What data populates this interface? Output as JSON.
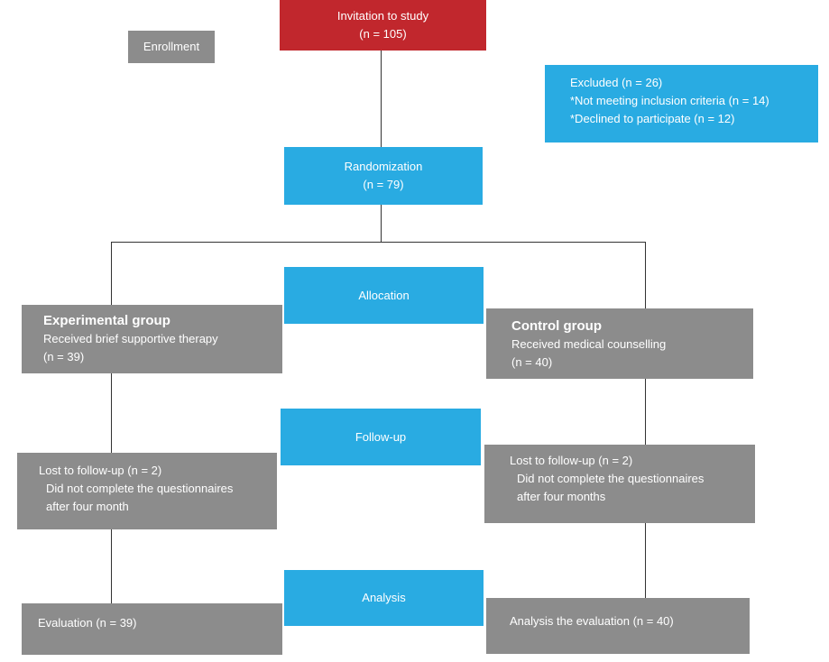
{
  "enrollment": {
    "label": "Enrollment"
  },
  "invitation": {
    "title": "Invitation to study",
    "count": "(n = 105)"
  },
  "excluded": {
    "title": "Excluded (n = 26)",
    "reason1": "*Not meeting inclusion criteria (n = 14)",
    "reason2": "*Declined to participate (n = 12)"
  },
  "randomization": {
    "title": "Randomization",
    "count": "(n = 79)"
  },
  "allocation": {
    "label": "Allocation"
  },
  "experimental": {
    "title": "Experimental group",
    "desc": "Received brief supportive therapy",
    "count": "(n = 39)"
  },
  "control": {
    "title": "Control group",
    "desc": "Received medical counselling",
    "count": "(n = 40)"
  },
  "followup": {
    "label": "Follow-up"
  },
  "lost_left": {
    "title": "Lost to follow-up (n = 2)",
    "line1": "Did not complete the questionnaires",
    "line2": "after four month"
  },
  "lost_right": {
    "title": "Lost to follow-up  (n = 2)",
    "line1": "Did not complete the questionnaires",
    "line2": "after four months"
  },
  "analysis": {
    "label": "Analysis"
  },
  "eval_left": {
    "label": "Evaluation (n = 39)"
  },
  "eval_right": {
    "label": "Analysis the evaluation (n = 40)"
  },
  "colors": {
    "grey": "#8c8c8c",
    "blue": "#29abe2",
    "red": "#c1272d"
  }
}
